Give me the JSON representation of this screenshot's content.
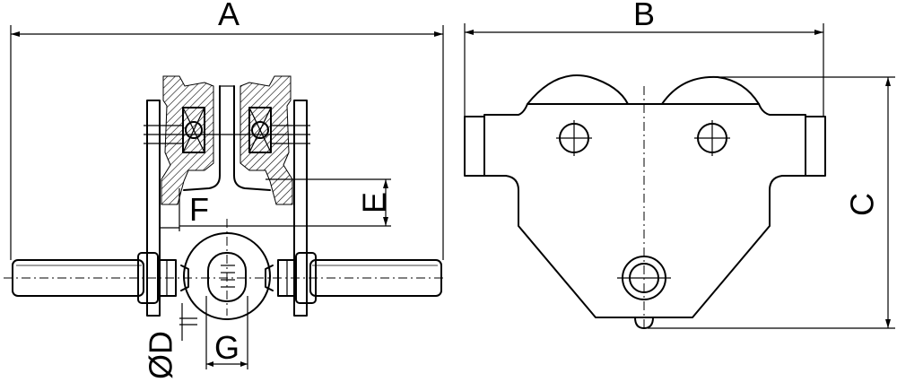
{
  "labels": {
    "A": "A",
    "B": "B",
    "C": "C",
    "E": "E",
    "F": "F",
    "G": "G",
    "D": "ØD"
  }
}
